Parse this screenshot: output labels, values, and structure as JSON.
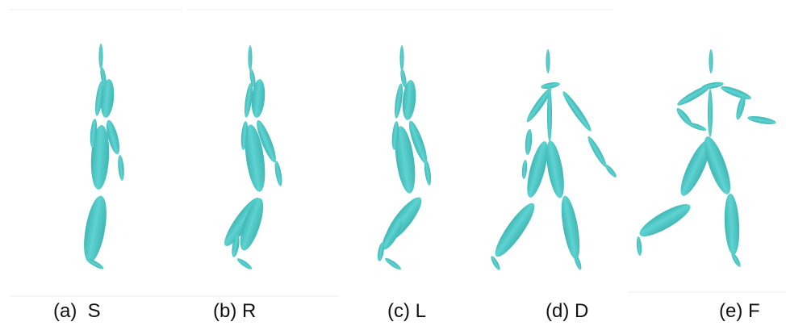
{
  "colors": {
    "limb": "#5ED3D1",
    "limb_shade": "#3FB7B5",
    "background": "#FFFFFF"
  },
  "panels": [
    {
      "id": "a",
      "caption": "(a)  S"
    },
    {
      "id": "b",
      "caption": "(b) R"
    },
    {
      "id": "c",
      "caption": "(c) L"
    },
    {
      "id": "d",
      "caption": "(d) D"
    },
    {
      "id": "e",
      "caption": "(e) F"
    }
  ]
}
